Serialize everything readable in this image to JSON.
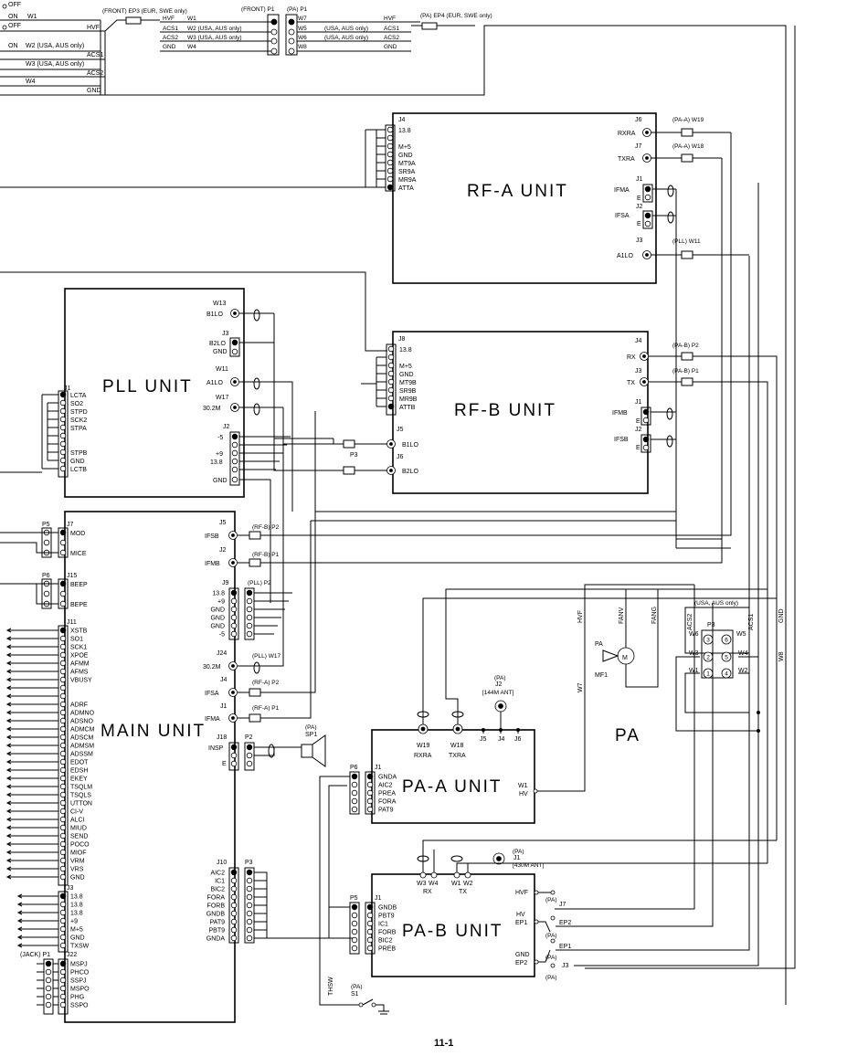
{
  "page_number": "11-1",
  "units": {
    "rf_a": "RF-A UNIT",
    "rf_b": "RF-B UNIT",
    "pll": "PLL UNIT",
    "main": "MAIN UNIT",
    "pa_a": "PA-A UNIT",
    "pa_b": "PA-B UNIT",
    "pa": "PA"
  },
  "top": {
    "sw_off_1": "OFF",
    "sw_off_2": "OFF",
    "on_1": "ON",
    "on_2": "ON",
    "w1": "W1",
    "hvf": "HVF",
    "w2": "W2 (USA, AUS only)",
    "acs1": "ACS1",
    "w3": "W3 (USA, AUS only)",
    "acs2": "ACS2",
    "w4": "W4",
    "gnd": "GND",
    "front_ep3": "(FRONT) EP3 (EUR, SWE only)",
    "front_p1": "(FRONT) P1",
    "pa_p1": "(PA) P1",
    "pa_ep4": "(PA) EP4 (EUR, SWE only)",
    "c_hvf": "HVF",
    "c_w1": "W1",
    "c_acs1": "ACS1",
    "c_w2": "W2 (USA, AUS only)",
    "c_acs2": "ACS2",
    "c_w3": "W3 (USA, AUS only)",
    "c_gnd": "GND",
    "c_w4": "W4",
    "r_w7": "W7",
    "r_w5": "W5",
    "r_w6": "W6",
    "r_w8": "W8",
    "r_usa1": "(USA, AUS only)",
    "r_usa2": "(USA, AUS only)",
    "r_hvf": "HVF",
    "r_acs1": "ACS1",
    "r_acs2": "ACS2",
    "r_gnd": "GND"
  },
  "rf_a": {
    "j4": "J4",
    "pins": [
      "13.8",
      "",
      "M+5",
      "GND",
      "MT9A",
      "SR9A",
      "MR9A",
      "ATTA"
    ],
    "j6": "J6",
    "rxra": "RXRA",
    "j7": "J7",
    "txra": "TXRA",
    "j1": "J1",
    "ifma": "IFMA",
    "e1": "E",
    "j2": "J2",
    "ifsa": "IFSA",
    "e2": "E",
    "j3": "J3",
    "a1lo": "A1LO",
    "w19": "(PA-A) W19",
    "w18": "(PA-A) W18",
    "w11": "(PLL) W11"
  },
  "rf_b": {
    "j8": "J8",
    "pins": [
      "13.8",
      "",
      "M+5",
      "GND",
      "MT9B",
      "SR9B",
      "MR9B",
      "ATTB"
    ],
    "j5": "J5",
    "b1lo": "B1LO",
    "j6": "J6",
    "b2lo": "B2LO",
    "p3": "P3",
    "j4": "J4",
    "rx": "RX",
    "j3": "J3",
    "tx": "TX",
    "j1": "J1",
    "ifmb": "IFMB",
    "e1": "E",
    "j2": "J2",
    "ifsb": "IFSB",
    "e2": "E",
    "p2": "(PA-B) P2",
    "p1": "(PA-B) P1"
  },
  "pll": {
    "j1": "J1",
    "pins": [
      "LCTA",
      "SO2",
      "STPD",
      "SCK2",
      "STPA",
      "",
      "",
      "STPB",
      "GND",
      "LCTB"
    ],
    "w13": "W13",
    "b1lo": "B1LO",
    "j3": "J3",
    "b2lo": "B2LO",
    "gnd": "GND",
    "w11": "W11",
    "a1lo": "A1LO",
    "w17": "W17",
    "f302": "30.2M",
    "j2": "J2",
    "r_pins": [
      "-5",
      "",
      "+9",
      "13.8",
      "",
      "GND"
    ]
  },
  "main": {
    "p5": "P5",
    "j7": "J7",
    "j7_pins": [
      "MOD",
      "",
      "MICE"
    ],
    "p6": "P6",
    "j15": "J15",
    "j15_pins": [
      "BEEP",
      "",
      "BEPE"
    ],
    "j11": "J11",
    "j11_pins": [
      "XSTB",
      "SO1",
      "SCK1",
      "XPOE",
      "AFMM",
      "AFMS",
      "VBUSY",
      "",
      "",
      "ADRF",
      "ADMNO",
      "ADSNO",
      "ADMCM",
      "ADSCM",
      "ADMSM",
      "ADSSM",
      "EDOT",
      "EDSH",
      "EKEY",
      "TSQLM",
      "TSQLS",
      "UTTON",
      "CI-V",
      "ALCI",
      "MIUD",
      "SEND",
      "POCO",
      "MIOF",
      "VRM",
      "VRS",
      "GND"
    ],
    "j3": "J3",
    "j3_pins": [
      "13.8",
      "13.8",
      "13.8",
      "+9",
      "M+5",
      "GND",
      "TXSW"
    ],
    "jack_p1": "(JACK) P1",
    "j22": "J22",
    "j22_pins": [
      "MSPJ",
      "PHCO",
      "SSPJ",
      "MSPO",
      "PHG",
      "SSPO"
    ],
    "j5": "J5",
    "ifsb": "IFSB",
    "rfb_p2": "(RF-B) P2",
    "j2": "J2",
    "ifmb": "IFMB",
    "rfb_p1": "(RF-B) P1",
    "j9": "J9",
    "j9_pins": [
      "13.8",
      "+9",
      "GND",
      "GND",
      "GND",
      "-5"
    ],
    "pll_p2": "(PLL) P2",
    "j24": "J24",
    "f302": "30.2M",
    "pll_w17": "(PLL) W17",
    "j4": "J4",
    "ifsa": "IFSA",
    "rfa_p2": "(RF-A) P2",
    "j1": "J1",
    "ifma": "IFMA",
    "rfa_p1": "(RF-A) P1",
    "j18": "J18",
    "insp": "INSP",
    "e": "E",
    "p2": "P2",
    "sp1a": "(PA)",
    "sp1b": "SP1",
    "j10": "J10",
    "j10_pins": [
      "AIC2",
      "IC1",
      "BIC2",
      "FORA",
      "FORB",
      "GNDB",
      "PAT9",
      "PBT9",
      "GNDA"
    ],
    "p3": "P3"
  },
  "pa_a": {
    "p6": "P6",
    "j1": "J1",
    "pins": [
      "GNDA",
      "AIC2",
      "PREA",
      "FORA",
      "PAT9"
    ],
    "w19": "W19",
    "rxra": "RXRA",
    "w18": "W18",
    "txra": "TXRA",
    "j2a": "(PA)",
    "j2b": "J2",
    "j2c": "[144M ANT]",
    "j5": "J5",
    "j4": "J4",
    "j6": "J6",
    "w1": "W1",
    "hv": "HV"
  },
  "pa_b": {
    "p5": "P5",
    "j1": "J1",
    "pins": [
      "GNDB",
      "PBT9",
      "IC1",
      "FORB",
      "BIC2",
      "PREB"
    ],
    "w3": "W3",
    "w4": "W4",
    "rx": "RX",
    "w1": "W1",
    "w2": "W2",
    "tx": "TX",
    "j1a": "(PA)",
    "j1b": "J1",
    "j1c": "[430M ANT]",
    "hvf": "HVF",
    "hv": "HV",
    "ep1": "EP1",
    "gnd": "GND",
    "ep2": "EP2",
    "r_j7": "J7",
    "r_ep2": "EP2",
    "r_ep1": "EP1",
    "r_j3": "J3",
    "r_pa1": "(PA)",
    "r_pa2": "(PA)",
    "r_pa3": "(PA)",
    "r_pa4": "(PA)",
    "thsw": "THSW",
    "s1a": "(PA)",
    "s1b": "S1"
  },
  "pa_area": {
    "hvf": "HVF",
    "w7": "W7",
    "fanv": "FANV",
    "fang": "FANG",
    "pa_mf": "PA",
    "mf1": "MF1",
    "motor": "M",
    "usa": "(USA, AUS only)",
    "acs2": "ACS2",
    "acs1": "ACS1",
    "p3": "P3",
    "w6": "W6",
    "w5": "W5",
    "w3": "W3",
    "w4": "W4",
    "w1": "W1",
    "w2": "W2",
    "p3_pins": [
      "6",
      "5",
      "4",
      "3",
      "2",
      "1"
    ],
    "gnd": "GND",
    "w8": "W8"
  }
}
